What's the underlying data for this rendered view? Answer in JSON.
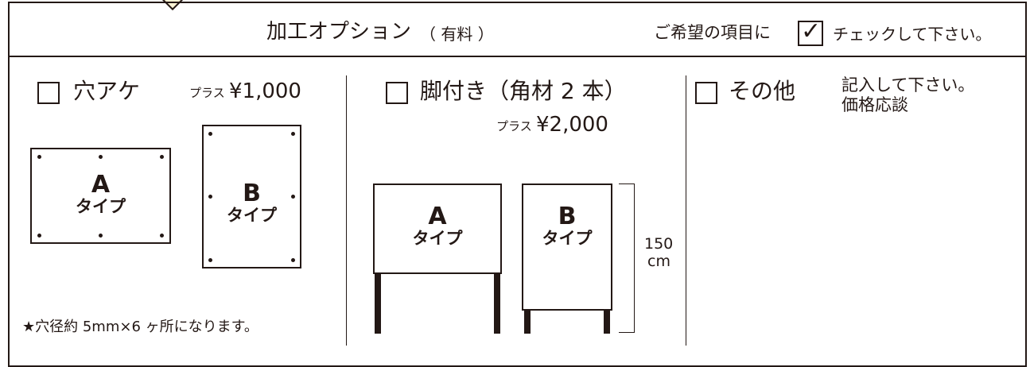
{
  "header": {
    "title": "加工オプション",
    "title_paid": "（ 有料 ）",
    "instruction_prefix": "ご希望の項目に",
    "check_mark": "✓",
    "instruction_suffix": "チェックして下さい。"
  },
  "options": {
    "hole": {
      "label": "穴アケ",
      "price_prefix": "プラス",
      "price": "¥1,000",
      "panel_a_letter": "A",
      "panel_a_word": "タイプ",
      "panel_b_letter": "B",
      "panel_b_word": "タイプ",
      "note": "★穴径約 5mm×6 ヶ所になります。"
    },
    "legs": {
      "label": "脚付き（角材 2 本）",
      "price_prefix": "プラス",
      "price": "¥2,000",
      "panel_a_letter": "A",
      "panel_a_word": "タイプ",
      "panel_b_letter": "B",
      "panel_b_word": "タイプ",
      "height_value": "150",
      "height_unit": "cm"
    },
    "other": {
      "label": "その他",
      "note_line1": "記入して下さい。",
      "note_line2": "価格応談"
    }
  },
  "colors": {
    "ink": "#231815",
    "tab_fill": "#fff5d6"
  }
}
